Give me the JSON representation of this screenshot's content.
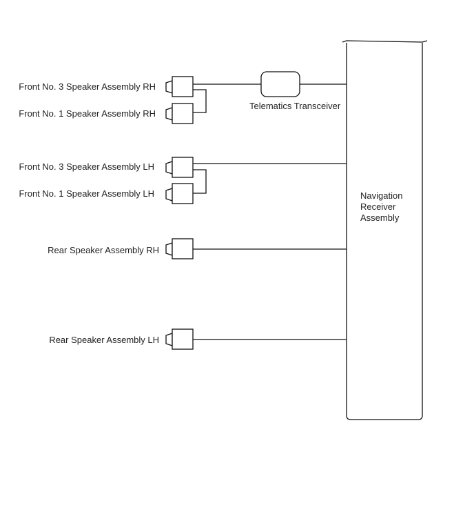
{
  "speakers": {
    "front3_rh": "Front No. 3 Speaker Assembly RH",
    "front1_rh": "Front No. 1 Speaker Assembly RH",
    "front3_lh": "Front No. 3 Speaker Assembly LH",
    "front1_lh": "Front No. 1 Speaker Assembly LH",
    "rear_rh": "Rear Speaker Assembly RH",
    "rear_lh": "Rear Speaker Assembly LH"
  },
  "telematics": {
    "label": "Telematics Transceiver"
  },
  "navigation": {
    "line1": "Navigation",
    "line2": "Receiver",
    "line3": "Assembly"
  },
  "colors": {
    "line": "#111111",
    "text": "#222222",
    "background": "#ffffff"
  }
}
